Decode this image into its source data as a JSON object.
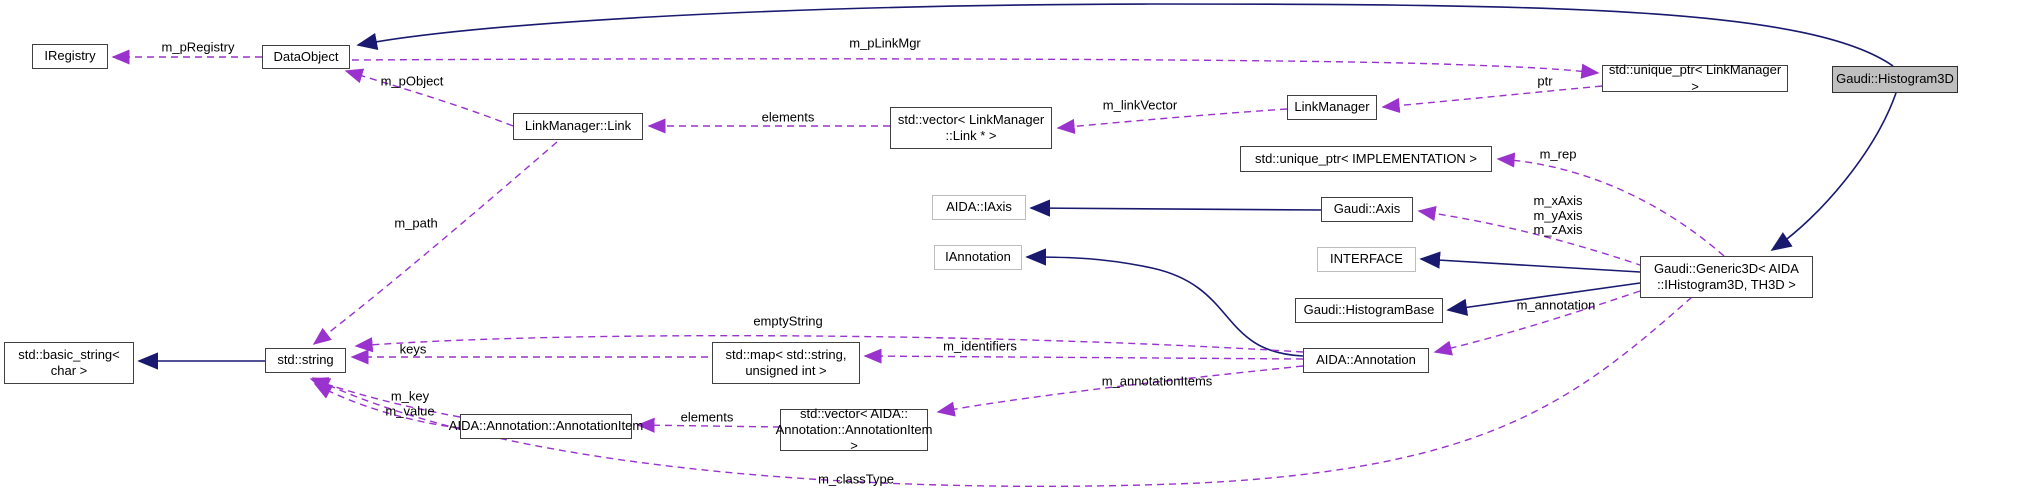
{
  "diagram": {
    "type": "collaboration-graph",
    "current_node": "Gaudi::Histogram3D",
    "colors": {
      "background": "#ffffff",
      "solid_edge": "#191970",
      "dashed_edge": "#9a32cd",
      "node_border": "#404040",
      "external_node_border": "#bdbdbd",
      "current_node_fill": "#bfbfbf"
    },
    "nodes": [
      {
        "id": "iregistry",
        "label": "IRegistry"
      },
      {
        "id": "dataobject",
        "label": "DataObject"
      },
      {
        "id": "linkmanager-link",
        "label": "LinkManager::Link"
      },
      {
        "id": "vector-linkmanager",
        "label": "std::vector< LinkManager\n::Link * >"
      },
      {
        "id": "linkmanager",
        "label": "LinkManager"
      },
      {
        "id": "unique-ptr-linkmanager",
        "label": "std::unique_ptr< LinkManager >"
      },
      {
        "id": "gaudi-histogram3d",
        "label": "Gaudi::Histogram3D"
      },
      {
        "id": "unique-ptr-implementation",
        "label": "std::unique_ptr< IMPLEMENTATION >"
      },
      {
        "id": "aida-iaxis",
        "label": "AIDA::IAxis"
      },
      {
        "id": "gaudi-axis",
        "label": "Gaudi::Axis"
      },
      {
        "id": "iannotation",
        "label": "IAnnotation"
      },
      {
        "id": "interface",
        "label": "INTERFACE"
      },
      {
        "id": "gaudi-histogrambase",
        "label": "Gaudi::HistogramBase"
      },
      {
        "id": "gaudi-generic3d",
        "label": "Gaudi::Generic3D< AIDA\n::IHistogram3D, TH3D >"
      },
      {
        "id": "aida-annotation",
        "label": "AIDA::Annotation"
      },
      {
        "id": "basic-string",
        "label": "std::basic_string<\nchar >"
      },
      {
        "id": "std-string",
        "label": "std::string"
      },
      {
        "id": "std-map",
        "label": "std::map< std::string,\nunsigned int >"
      },
      {
        "id": "annotation-item",
        "label": "AIDA::Annotation::AnnotationItem"
      },
      {
        "id": "vector-annotation-item",
        "label": "std::vector< AIDA::\nAnnotation::AnnotationItem >"
      }
    ],
    "edge_labels": [
      {
        "id": "m_pRegistry",
        "text": "m_pRegistry"
      },
      {
        "id": "m_pLinkMgr",
        "text": "m_pLinkMgr"
      },
      {
        "id": "m_pObject",
        "text": "m_pObject"
      },
      {
        "id": "elements_top",
        "text": "elements"
      },
      {
        "id": "m_linkVector",
        "text": "m_linkVector"
      },
      {
        "id": "ptr",
        "text": "ptr"
      },
      {
        "id": "m_rep",
        "text": "m_rep"
      },
      {
        "id": "m_xyzAxis",
        "text": "m_xAxis\nm_yAxis\nm_zAxis"
      },
      {
        "id": "m_annotation",
        "text": "m_annotation"
      },
      {
        "id": "emptyString",
        "text": "emptyString"
      },
      {
        "id": "m_identifiers",
        "text": "m_identifiers"
      },
      {
        "id": "keys",
        "text": "keys"
      },
      {
        "id": "m_path",
        "text": "m_path"
      },
      {
        "id": "m_key_m_value",
        "text": "m_key\nm_value"
      },
      {
        "id": "elements_bottom",
        "text": "elements"
      },
      {
        "id": "m_annotationItems",
        "text": "m_annotationItems"
      },
      {
        "id": "m_classType",
        "text": "m_classType"
      }
    ]
  }
}
